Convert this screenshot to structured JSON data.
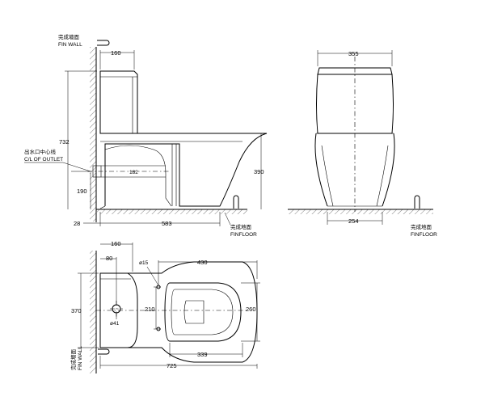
{
  "labels": {
    "fin_wall_cn": "完成墻面",
    "fin_wall": "FIN WALL",
    "outlet_cn": "出水口中心线",
    "outlet": "C/L OF OUTLET",
    "fin_floor_cn": "完成地面",
    "fin_floor": "FINFLOOR",
    "fin_wall_vert_cn": "完成墻面",
    "fin_wall_vert": "FIN WALL"
  },
  "dimensions": {
    "d160_top": "160",
    "d732": "732",
    "d190": "190",
    "d28": "28",
    "d583": "583",
    "d390": "390",
    "d182": "182",
    "d355": "355",
    "d254": "254",
    "d160_plan": "160",
    "d80": "80",
    "d15": "ø15",
    "d430": "430",
    "d370": "370",
    "d210": "210",
    "d260": "260",
    "d41": "ø41",
    "d339": "339",
    "d725": "725"
  }
}
